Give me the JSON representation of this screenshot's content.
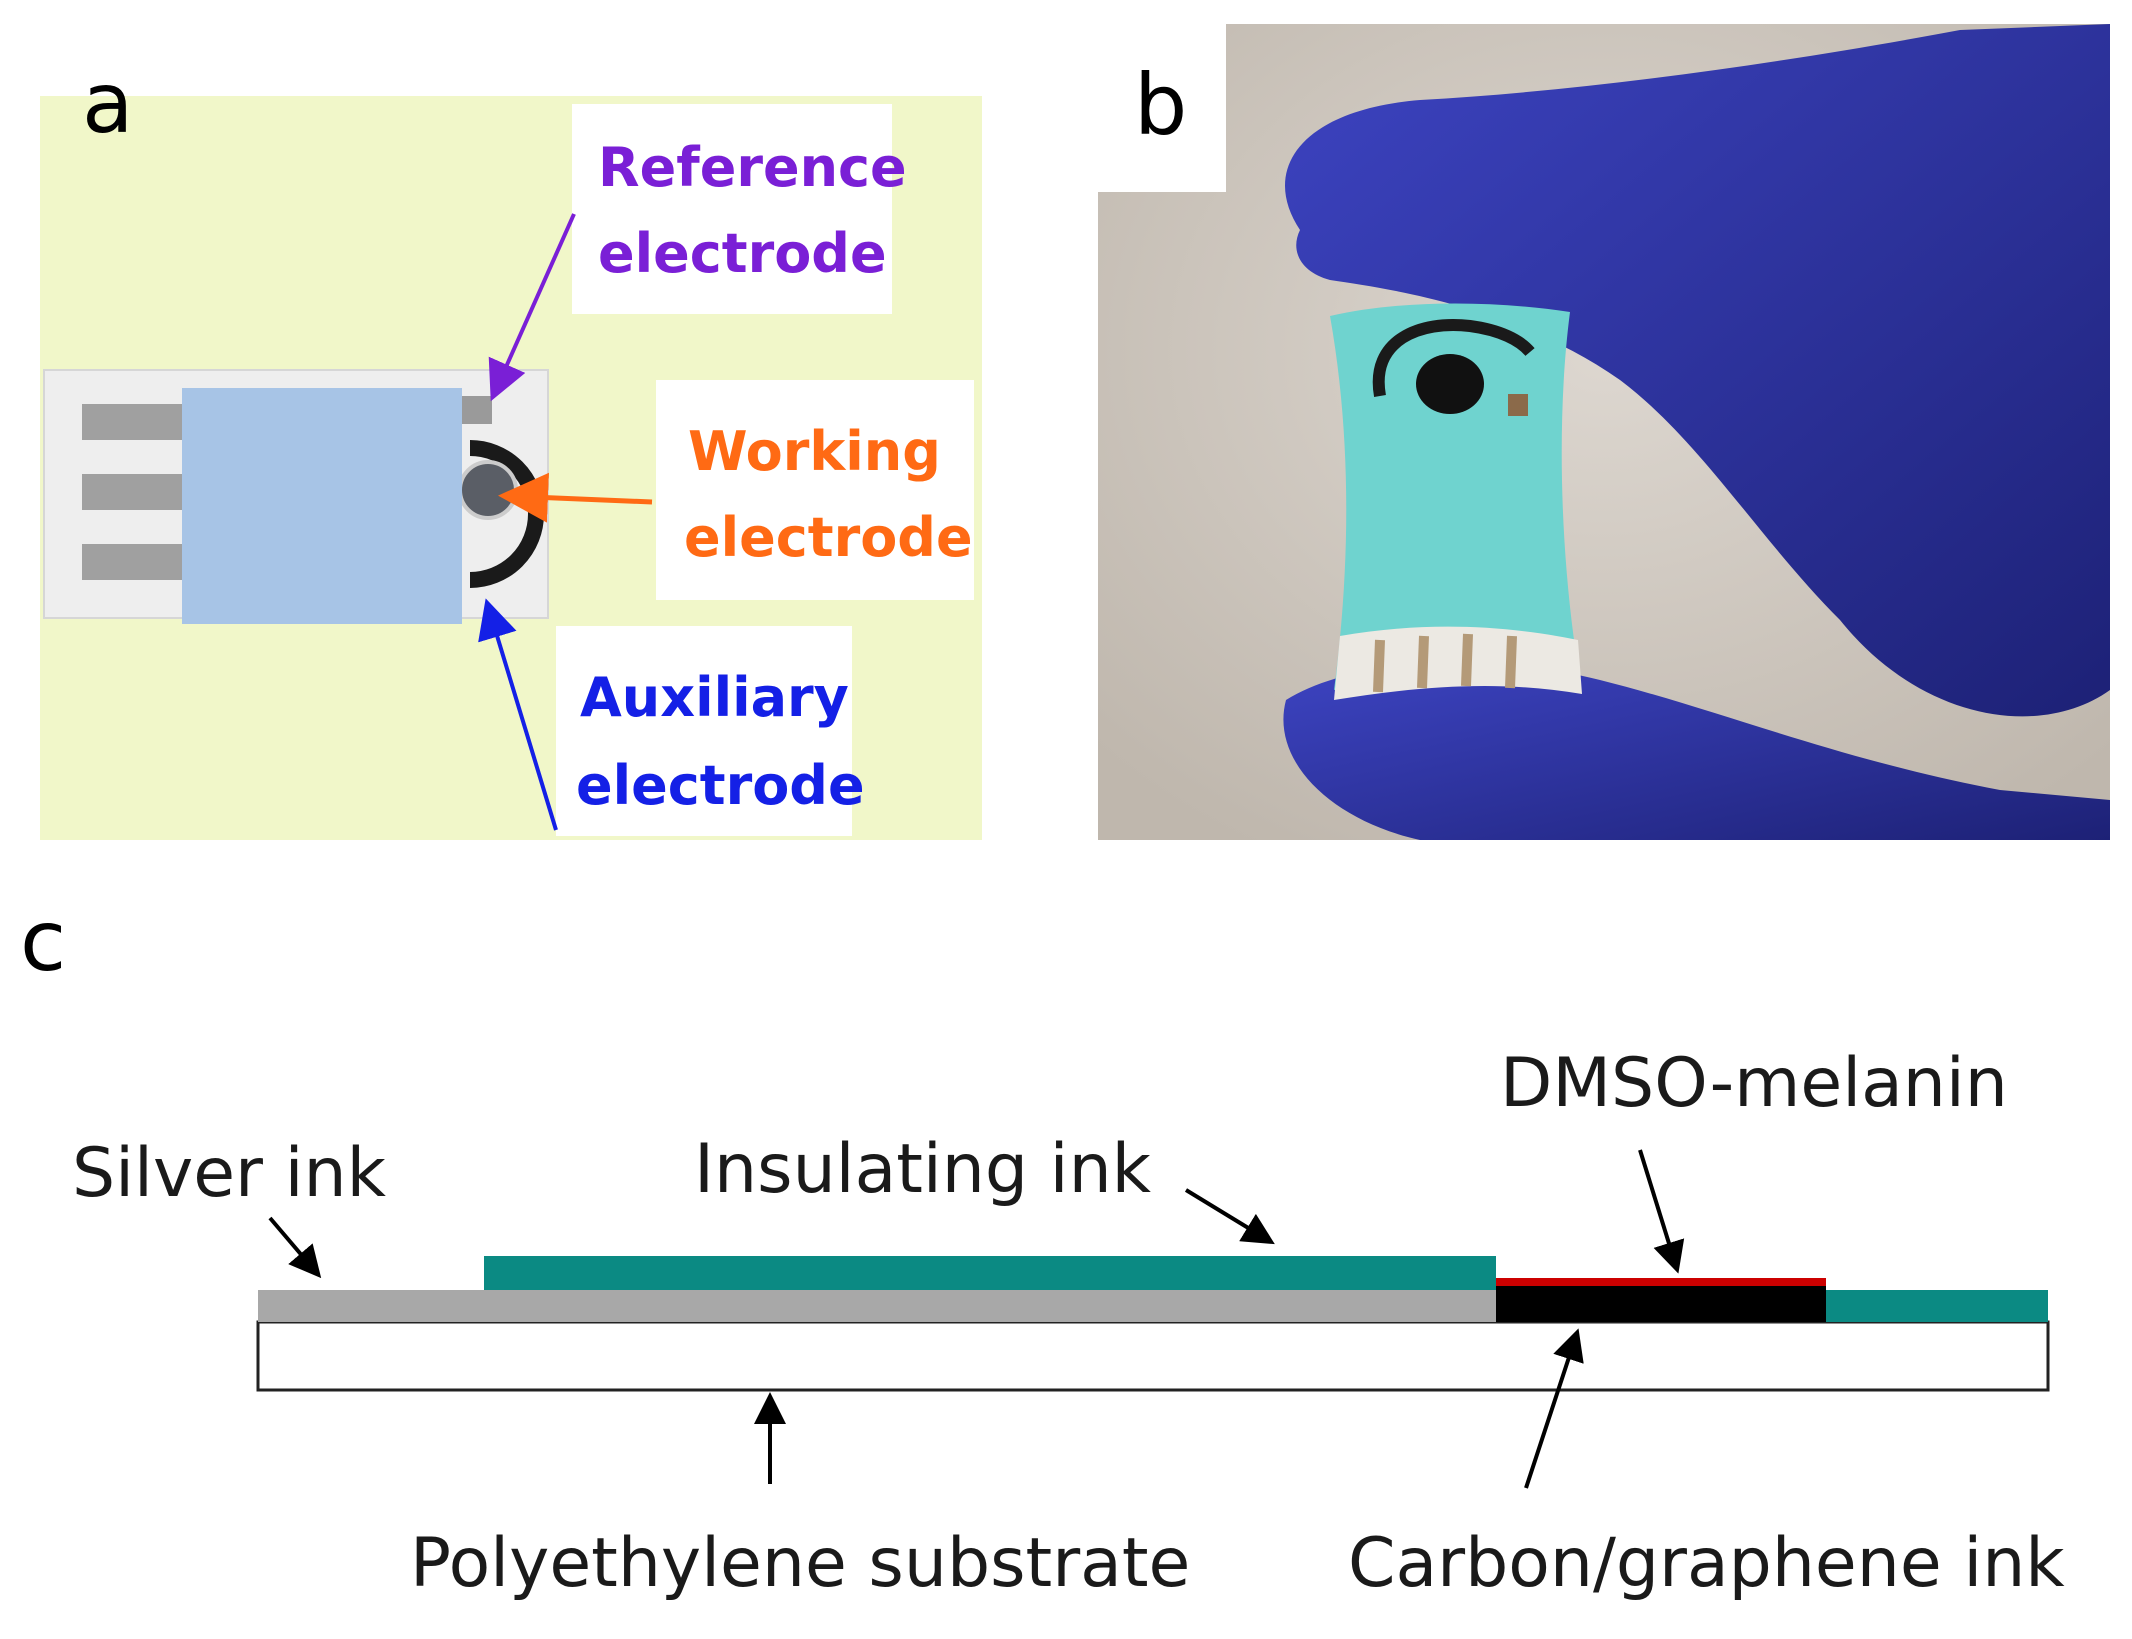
{
  "figure": {
    "panels": {
      "a": {
        "label": "a"
      },
      "b": {
        "label": "b"
      },
      "c": {
        "label": "c"
      }
    }
  },
  "panel_a": {
    "reference_electrode": {
      "line1": "Reference",
      "line2": "electrode",
      "color": "#7a1fd6"
    },
    "working_electrode": {
      "line1": "Working",
      "line2": "electrode",
      "color": "#ff6a14"
    },
    "auxiliary_electrode": {
      "line1": "Auxiliary",
      "line2": "electrode",
      "color": "#1420e6"
    },
    "background_color": "#f1f7c9",
    "cover_color": "#a7c4e6"
  },
  "panel_b": {
    "glove_color": "#2b2f9e",
    "strip_color": "#6fd3cf"
  },
  "panel_c": {
    "labels": {
      "silver_ink": "Silver ink",
      "insulating_ink": "Insulating ink",
      "dmso_melanin": "DMSO-melanin",
      "polyethylene_substrate": "Polyethylene substrate",
      "carbon_graphene_ink": "Carbon/graphene ink"
    },
    "colors": {
      "silver": "#a8a8a8",
      "insulating": "#0b8a83",
      "carbon": "#000000",
      "melanin": "#cc0000",
      "substrate": "#ffffff"
    }
  }
}
